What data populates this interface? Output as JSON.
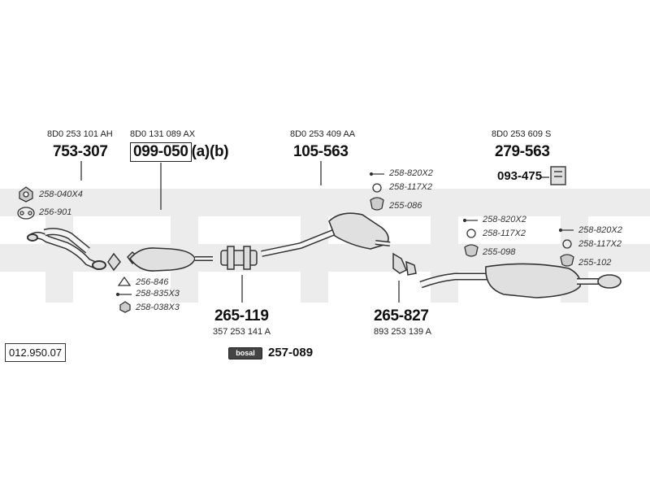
{
  "diagram_id": "012.950.07",
  "brand_tag": "bosal",
  "parts": {
    "front_pipe": {
      "oem": "8D0 253 101 AH",
      "part_no": "753-307"
    },
    "catalyst": {
      "oem": "8D0 131 089 AX",
      "part_no": "099-050",
      "suffix": "(a)(b)"
    },
    "center_silencer": {
      "oem": "8D0 253 409 AA",
      "part_no": "105-563"
    },
    "rear_silencer": {
      "oem": "8D0 253 609 S",
      "part_no": "279-563"
    },
    "heat_shield": {
      "part_no": "093-475"
    },
    "clamp_front": {
      "part_no": "265-119",
      "oem": "357 253 141 A"
    },
    "clamp_rear": {
      "part_no": "265-827",
      "oem": "893 253 139 A"
    },
    "mounting_paste": {
      "part_no": "257-089"
    }
  },
  "accessories": {
    "nut_front": "258-040X4",
    "gasket_front": "256-901",
    "gasket_cat": "256-846",
    "bolt_cat": "258-835X3",
    "nut_cat": "258-038X3",
    "bolt_mid": "258-820X2",
    "ring_mid": "258-117X2",
    "hanger_mid": "255-086",
    "bolt_rear1": "258-820X2",
    "ring_rear1": "258-117X2",
    "hanger_rear1": "255-098",
    "bolt_rear2": "258-820X2",
    "ring_rear2": "258-117X2",
    "hanger_rear2": "255-102"
  }
}
